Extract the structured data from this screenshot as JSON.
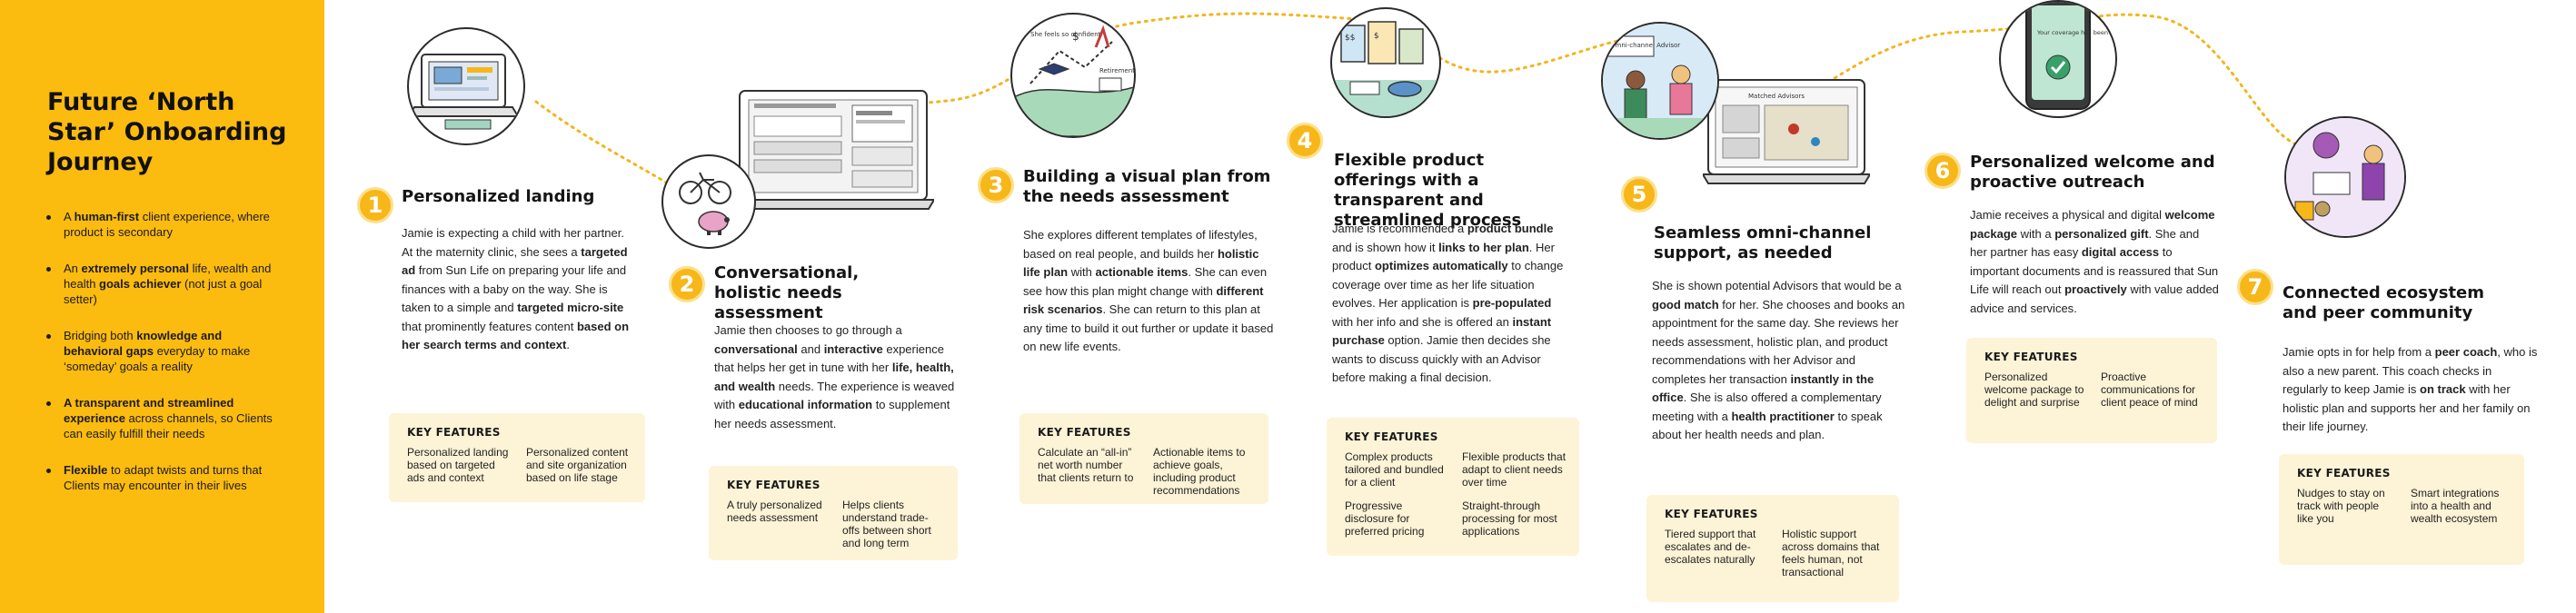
{
  "sidebar": {
    "title": "Future ‘North Star’ Onboarding Journey",
    "bullets": [
      [
        [
          "A ",
          false
        ],
        [
          "human-first",
          true
        ],
        [
          " client experience, where product is secondary",
          false
        ]
      ],
      [
        [
          "An ",
          false
        ],
        [
          "extremely personal",
          true
        ],
        [
          " life, wealth and health ",
          false
        ],
        [
          "goals ",
          true
        ],
        [
          "achiever",
          true
        ],
        [
          " (not just a goal ",
          false
        ],
        [
          "setter",
          false
        ],
        [
          ")",
          false
        ]
      ],
      [
        [
          "Bridging both ",
          false
        ],
        [
          "knowledge and behavioral gaps",
          true
        ],
        [
          " everyday to make ‘someday’ goals a reality",
          false
        ]
      ],
      [
        [
          "A transparent and streamlined experience",
          true
        ],
        [
          " across channels, so Clients can easily fulfill their needs",
          false
        ]
      ],
      [
        [
          "Flexible",
          true
        ],
        [
          " to adapt twists and turns that Clients may encounter in their lives",
          false
        ]
      ]
    ]
  },
  "colors": {
    "sidebar": "#fcbb0f",
    "badge": "#f7b719",
    "path": "#f2b51c",
    "key_features_bg": "#fdf3d6"
  },
  "key_features_label": "KEY FEATURES",
  "steps": [
    {
      "number": "1",
      "title": "Personalized landing",
      "illustration": "laptop-ad-icon",
      "body": [
        [
          "Jamie is expecting a child with her partner. At the maternity clinic, she sees a ",
          false
        ],
        [
          "targeted ad",
          true
        ],
        [
          " from Sun Life on preparing your life and finances with a baby on the way. She is taken to a simple and ",
          false
        ],
        [
          "targeted micro-site",
          true
        ],
        [
          " that prominently features content ",
          false
        ],
        [
          "based on her search terms and context",
          true
        ],
        [
          ".",
          false
        ]
      ],
      "features": [
        "Personalized landing based on targeted ads and context",
        "Personalized content and site organization based on life stage"
      ]
    },
    {
      "number": "2",
      "title": "Conversational, holistic needs assessment",
      "illustration": "bicycle-piggy-bank-icon",
      "body": [
        [
          "Jamie then chooses to go through a ",
          false
        ],
        [
          "conversational",
          true
        ],
        [
          " and ",
          false
        ],
        [
          "interactive",
          true
        ],
        [
          " experience that helps her get in tune with her ",
          false
        ],
        [
          "life, health, and wealth",
          true
        ],
        [
          " needs. The experience is weaved with ",
          false
        ],
        [
          "educational information",
          true
        ],
        [
          " to supplement her needs assessment.",
          false
        ]
      ],
      "features": [
        "A truly personalized needs assessment",
        "Helps clients understand trade-offs between short and long term"
      ]
    },
    {
      "number": "3",
      "title": "Building a visual plan from the needs assessment",
      "illustration": "graduation-plan-icon",
      "body": [
        [
          "She explores different templates of lifestyles, based on real people, and builds her ",
          false
        ],
        [
          "holistic life plan",
          true
        ],
        [
          " with ",
          false
        ],
        [
          "actionable items",
          true
        ],
        [
          ". She can even see how this plan might change with ",
          false
        ],
        [
          "different risk scenarios",
          true
        ],
        [
          ". She can return to this plan at any time to build it out further or update it based on new life events.",
          false
        ]
      ],
      "features": [
        "Calculate an “all-in” net worth number that clients return to",
        "Actionable items to achieve goals, including product recommendations"
      ]
    },
    {
      "number": "4",
      "title": "Flexible product offerings with a transparent and streamlined process",
      "illustration": "product-cards-icon",
      "body": [
        [
          "Jamie is recommended a ",
          false
        ],
        [
          "product bundle",
          true
        ],
        [
          " and is shown how it ",
          false
        ],
        [
          "links to her plan",
          true
        ],
        [
          ". Her product ",
          false
        ],
        [
          "optimizes automatically",
          true
        ],
        [
          " to change coverage over time as her life situation evolves. Her application is ",
          false
        ],
        [
          "pre-populated",
          true
        ],
        [
          " with her info and she is offered an ",
          false
        ],
        [
          "instant purchase",
          true
        ],
        [
          " option. Jamie then decides she wants to discuss quickly with an Advisor before making a final decision.",
          false
        ]
      ],
      "features": [
        "Complex products tailored and bundled for a client",
        "Flexible products that adapt to client needs over time",
        "Progressive disclosure for preferred pricing",
        "Straight-through processing for most applications"
      ]
    },
    {
      "number": "5",
      "title": "Seamless omni-channel support, as needed",
      "illustration": "omni-channel-advisor-icon",
      "badge_text": "Omni-channel Advisor",
      "screen_title": "Matched Advisors",
      "body": [
        [
          "She is shown potential Advisors that would be a ",
          false
        ],
        [
          "good match",
          true
        ],
        [
          " for her. She chooses and books an appointment for the same day. She reviews her needs assessment, holistic plan, and product recommendations with her Advisor and completes her transaction ",
          false
        ],
        [
          "instantly in the office",
          true
        ],
        [
          ". She is also offered a complementary meeting with a ",
          false
        ],
        [
          "health practitioner",
          true
        ],
        [
          " to speak about her health needs and plan.",
          false
        ]
      ],
      "features": [
        "Tiered support that escalates and de-escalates naturally",
        "Holistic support across domains that feels human, not transactional"
      ]
    },
    {
      "number": "6",
      "title": "Personalized welcome and proactive outreach",
      "illustration": "phone-notification-icon",
      "phone_text": "Your coverage has been updated!",
      "body": [
        [
          "Jamie receives a physical and digital ",
          false
        ],
        [
          "welcome package",
          true
        ],
        [
          " with a ",
          false
        ],
        [
          "personalized gift",
          true
        ],
        [
          ". She and her partner has easy ",
          false
        ],
        [
          "digital access",
          true
        ],
        [
          " to important documents and is reassured that Sun Life will reach out ",
          false
        ],
        [
          "proactively",
          true
        ],
        [
          " with value added advice and services.",
          false
        ]
      ],
      "features": [
        "Personalized welcome package to delight and surprise",
        "Proactive communications for client peace of mind"
      ]
    },
    {
      "number": "7",
      "title": "Connected ecosystem and peer community",
      "illustration": "peer-coach-icon",
      "body": [
        [
          "Jamie opts in for help from a ",
          false
        ],
        [
          "peer coach",
          true
        ],
        [
          ", who is also a new parent. This coach checks in regularly to keep Jamie is ",
          false
        ],
        [
          "on track",
          true
        ],
        [
          " with her holistic plan and supports her and her family on their life journey.",
          false
        ]
      ],
      "features": [
        "Nudges to stay on track with people like you",
        "Smart integrations into a health and wealth ecosystem"
      ]
    }
  ],
  "illustration_text": {
    "step3_small": "She feels so confident",
    "step3_a": "$",
    "step3_b": "Retirement",
    "step4_a": "$$",
    "step4_b": "$"
  }
}
